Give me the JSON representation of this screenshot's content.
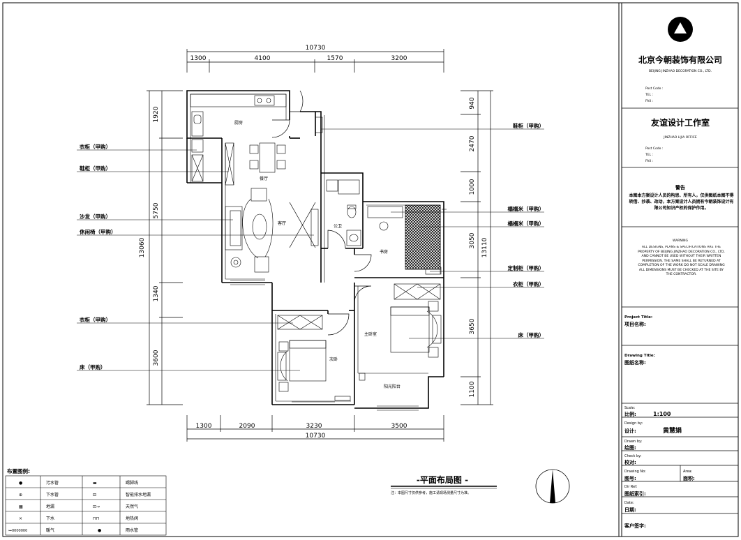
{
  "dims": {
    "top_total": "10730",
    "top": [
      "1300",
      "4100",
      "1570",
      "3200"
    ],
    "bottom_total": "10730",
    "bottom": [
      "1300",
      "2090",
      "3230",
      "3500"
    ],
    "left_total": "13060",
    "left": [
      "1920",
      "5750",
      "1340",
      "3600"
    ],
    "right_total": "13110",
    "right": [
      "940",
      "2470",
      "1000",
      "3050",
      "3650",
      "1100"
    ]
  },
  "rooms": {
    "kitchen": "厨房",
    "dining": "餐厅",
    "living": "客厅",
    "bath": "公卫",
    "study": "书房",
    "master": "主卧室",
    "second": "次卧",
    "balcony": "阳光阳台"
  },
  "callouts_left": [
    "衣柜（甲购）",
    "鞋柜（甲购）",
    "沙发（甲购）",
    "休闲椅（甲购）",
    "衣柜（甲购）",
    "床（甲购）"
  ],
  "callouts_right": [
    "鞋柜（甲购）",
    "榻榻米（甲购）",
    "榻榻米（甲购）",
    "定制柜（甲购）",
    "衣柜（甲购）",
    "床（甲购）"
  ],
  "plan_title": "-平面布局图 -",
  "plan_note": "注：本图尺寸仅供参考，施工请现场测量尺寸为准。",
  "legend": {
    "title": "布置图例:",
    "rows": [
      [
        "●",
        "污水管",
        "▬",
        "踢脚线"
      ],
      [
        "⊕",
        "下水管",
        "⊟",
        "智能排水地漏"
      ],
      [
        "▦",
        "地漏",
        "⊡→",
        "天然气"
      ],
      [
        "×",
        "下水",
        "⊓⊓",
        "地热阀"
      ],
      [
        "⊶0000000",
        "暖气",
        "●",
        "雨水管"
      ]
    ]
  },
  "titleblock": {
    "company_cn": "北京今朝装饰有限公司",
    "company_en": "BEIJING JINZHAO DECORATION CO., LTD.",
    "contact1": [
      "Post Code :",
      "TEL  :",
      "FAX  :"
    ],
    "studio_cn": "友谊设计工作室",
    "studio_en": "JINZHAO LIJIA OFFICE",
    "contact2": [
      "Post Code :",
      "TEL  :",
      "FAX  :"
    ],
    "notice_title": "警告",
    "notice_cn": "本图本方案设计人员的构思、所有人，仅供图纸本图不得转借、抄袭、改动，本方案设计人员拥有今朝装饰设计有限公司知识产权的保护作用。",
    "warning_title": "WARNING",
    "warning_en": "ALL DESIGNS, PLANS & SPECIFICATIONS ARE THE PROPERTY OF BEIJING JINZHAO DECORATION CO., LTD. AND CANNOT BE USED WITHOUT THEIR WRITTEN PERMISSION. THE SAME SHALL BE RETURNED AT COMPLETION OF THE WORK DO NOT SCALE DRAWING ALL DIMENSIONS MUST BE CHECKED AT THE SITE BY THE CONTRACTOR.",
    "project_en": "Project Title:",
    "project_cn": "项目名称:",
    "drawing_en": "Drawing Title:",
    "drawing_cn": "图纸名称:",
    "scale_en": "Scale:",
    "scale_cn": "比例:",
    "scale_val": "1:100",
    "design_en": "Design by:",
    "design_cn": "设计:",
    "designer": "黄慧娟",
    "drawn_en": "Drawn by:",
    "drawn_cn": "绘图:",
    "check_en": "Check by:",
    "check_cn": "校对:",
    "dwgno_en": "Drawing No:",
    "dwgno_cn": "图号:",
    "area_en": "Area:",
    "area_cn": "面积:",
    "ref_en": "Dir Ref:",
    "ref_cn": "图纸索引:",
    "date_en": "Date:",
    "date_cn": "日期:",
    "sign_cn": "客户签字:"
  }
}
